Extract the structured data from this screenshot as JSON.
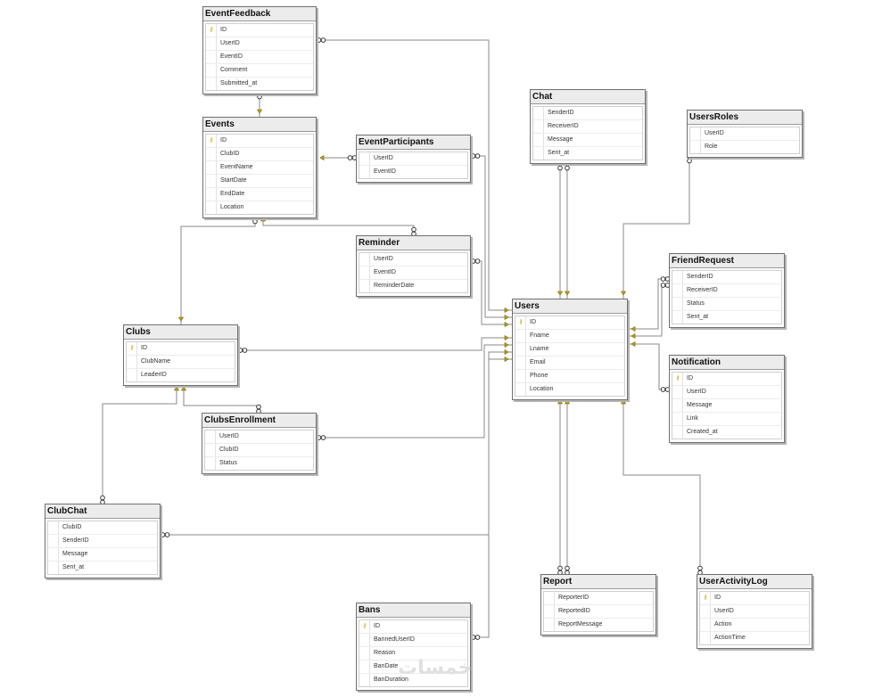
{
  "colors": {
    "line": "#8a8a8a",
    "key_marker": "#c9a400",
    "border": "#6f6f6f"
  },
  "watermark": "خمسات",
  "tables": [
    {
      "id": "EventFeedback",
      "name": "EventFeedback",
      "columns": [
        "ID",
        "UserID",
        "EventID",
        "Comment",
        "Submitted_at"
      ],
      "pk": [
        0
      ]
    },
    {
      "id": "Events",
      "name": "Events",
      "columns": [
        "ID",
        "ClubID",
        "EventName",
        "StartDate",
        "EndDate",
        "Location"
      ],
      "pk": [
        0
      ]
    },
    {
      "id": "EventParticipants",
      "name": "EventParticipants",
      "columns": [
        "UserID",
        "EventID"
      ],
      "pk": []
    },
    {
      "id": "Reminder",
      "name": "Reminder",
      "columns": [
        "UserID",
        "EventID",
        "ReminderDate"
      ],
      "pk": []
    },
    {
      "id": "Clubs",
      "name": "Clubs",
      "columns": [
        "ID",
        "ClubName",
        "LeaderID"
      ],
      "pk": [
        0
      ]
    },
    {
      "id": "ClubsEnrollment",
      "name": "ClubsEnrollment",
      "columns": [
        "UserID",
        "ClubID",
        "Status"
      ],
      "pk": []
    },
    {
      "id": "ClubChat",
      "name": "ClubChat",
      "columns": [
        "ClubID",
        "SenderID",
        "Message",
        "Sent_at"
      ],
      "pk": []
    },
    {
      "id": "Bans",
      "name": "Bans",
      "columns": [
        "ID",
        "BannedUserID",
        "Reason",
        "BanDate",
        "BanDuration"
      ],
      "pk": [
        0
      ]
    },
    {
      "id": "Chat",
      "name": "Chat",
      "columns": [
        "SenderID",
        "ReceiverID",
        "Message",
        "Sent_at"
      ],
      "pk": []
    },
    {
      "id": "UsersRoles",
      "name": "UsersRoles",
      "columns": [
        "UserID",
        "Role"
      ],
      "pk": []
    },
    {
      "id": "Users",
      "name": "Users",
      "columns": [
        "ID",
        "Fname",
        "Lname",
        "Email",
        "Phone",
        "Location"
      ],
      "pk": [
        0
      ]
    },
    {
      "id": "FriendRequest",
      "name": "FriendRequest",
      "columns": [
        "SenderID",
        "ReceiverID",
        "Status",
        "Sent_at"
      ],
      "pk": []
    },
    {
      "id": "Notification",
      "name": "Notification",
      "columns": [
        "ID",
        "UserID",
        "Message",
        "Link",
        "Created_at"
      ],
      "pk": [
        0
      ]
    },
    {
      "id": "Report",
      "name": "Report",
      "columns": [
        "ReporterID",
        "ReportedID",
        "ReportMessage"
      ],
      "pk": []
    },
    {
      "id": "UserActivityLog",
      "name": "UserActivityLog",
      "columns": [
        "ID",
        "UserID",
        "Action",
        "ActionTime"
      ],
      "pk": [
        0
      ]
    }
  ]
}
